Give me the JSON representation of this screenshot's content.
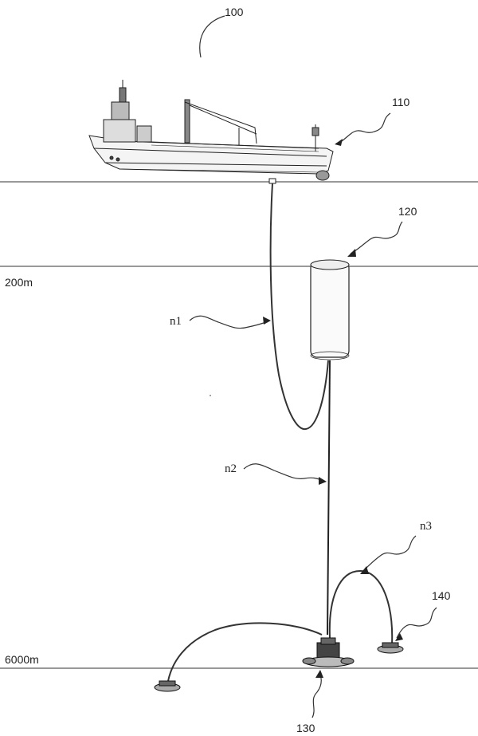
{
  "labels": {
    "vessel": "100",
    "stern_mark": "110",
    "buoy": "120",
    "seabed_unit": "130",
    "pad_right": "140",
    "cable_n1": "n1",
    "cable_n2": "n2",
    "cable_n3": "n3"
  },
  "depths": {
    "d200": "200m",
    "d6000": "6000m"
  },
  "icons": {
    "vessel": "ship-icon",
    "buoy": "buoy-icon",
    "hub": "seabed-hub-icon",
    "pad": "seabed-pad-icon"
  },
  "colors": {
    "line": "#333333",
    "ink": "#222222"
  }
}
